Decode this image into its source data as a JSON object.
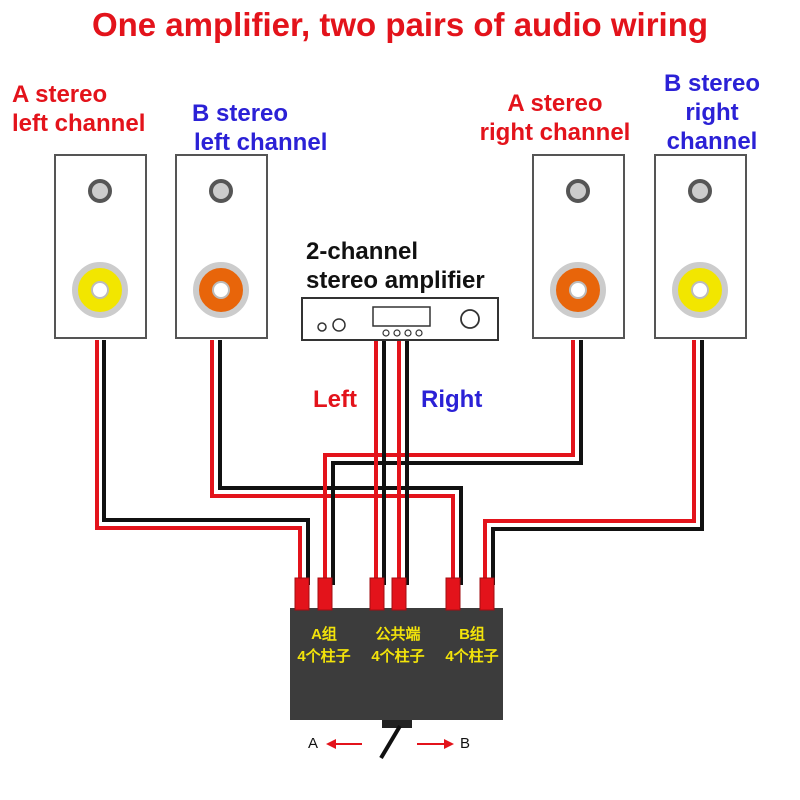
{
  "title": "One amplifier, two pairs of audio wiring",
  "speakers": {
    "a_left": {
      "line1": "A stereo",
      "line2": "left channel",
      "tweeter": "#cccccc",
      "woofer": "#f2e600"
    },
    "b_left": {
      "line1": "B stereo",
      "line2": "left channel",
      "tweeter": "#cccccc",
      "woofer": "#e8650a"
    },
    "a_right": {
      "line1": "A stereo",
      "line2": "right channel",
      "tweeter": "#cccccc",
      "woofer": "#e8650a"
    },
    "b_right": {
      "line1": "B stereo",
      "line2": "right",
      "line3": "channel",
      "tweeter": "#cccccc",
      "woofer": "#f2e600"
    }
  },
  "amplifier": {
    "line1": "2-channel",
    "line2": "stereo amplifier"
  },
  "channels": {
    "left": "Left",
    "right": "Right"
  },
  "switch_box": {
    "group_a": {
      "line1": "A组",
      "line2": "4个柱子"
    },
    "common": {
      "line1": "公共端",
      "line2": "4个柱子"
    },
    "group_b": {
      "line1": "B组",
      "line2": "4个柱子"
    },
    "dir_a": "A",
    "dir_b": "B"
  },
  "colors": {
    "title": "#e3131b",
    "a_label": "#e3131b",
    "b_label": "#2b21d6",
    "wire_positive": "#e3131b",
    "wire_negative": "#111111",
    "switch_body": "#3c3c3c",
    "switch_text": "#f2e30a"
  }
}
